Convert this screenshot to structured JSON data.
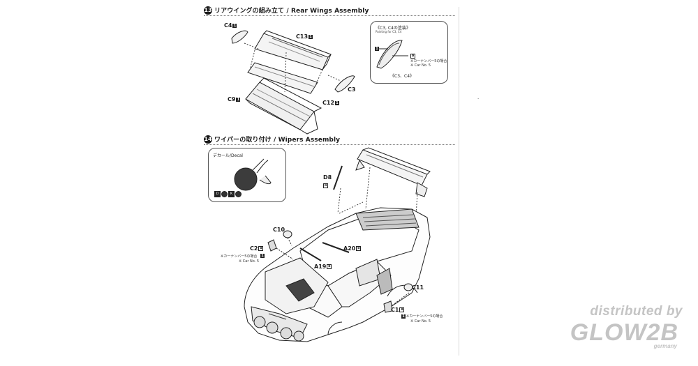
{
  "step13": {
    "number": "13",
    "title": "リアウイングの組み立て / Rear Wings Assembly",
    "labels": {
      "c4": "C4",
      "c4_badge": "1",
      "c13": "C13",
      "c13_badge": "1",
      "c3": "C3",
      "c9": "C9",
      "c9_badge": "1",
      "c12": "C12",
      "c12_badge": "1"
    },
    "callout": {
      "title": "《C3, C4の塗装》",
      "subtitle": "Painting for C3, C4",
      "badge_dark": "1",
      "badge_outline": "8",
      "note_line1": "※カーナンバー5の場合",
      "note_line2": "※ Car No. 5",
      "footer": "《C3、C4》"
    }
  },
  "step14": {
    "number": "14",
    "title": "ワイパーの取り付け / Wipers Assembly",
    "decal": {
      "title": "デカール/Decal",
      "symbols": [
        "D",
        "●",
        "K",
        "●"
      ]
    },
    "labels": {
      "d8": "D8",
      "d8_badge": "8",
      "c10": "C10",
      "c2": "C2",
      "c2_badge": "8",
      "c2_badge2": "1",
      "a20": "A20",
      "a20_badge": "8",
      "a19": "A19",
      "a19_badge": "8",
      "c11": "C11",
      "c1": "C1",
      "c1_badge": "8",
      "c1_badge2": "1"
    },
    "notes": {
      "c2_line1": "※カーナンバー5の場合",
      "c2_line2": "※ Car No. 5",
      "c1_line1": "※カーナンバー5の場合",
      "c1_line2": "※ Car No. 5"
    }
  },
  "watermark": {
    "line1": "distributed by",
    "line2": "GLOW2B",
    "line3": "germany"
  }
}
